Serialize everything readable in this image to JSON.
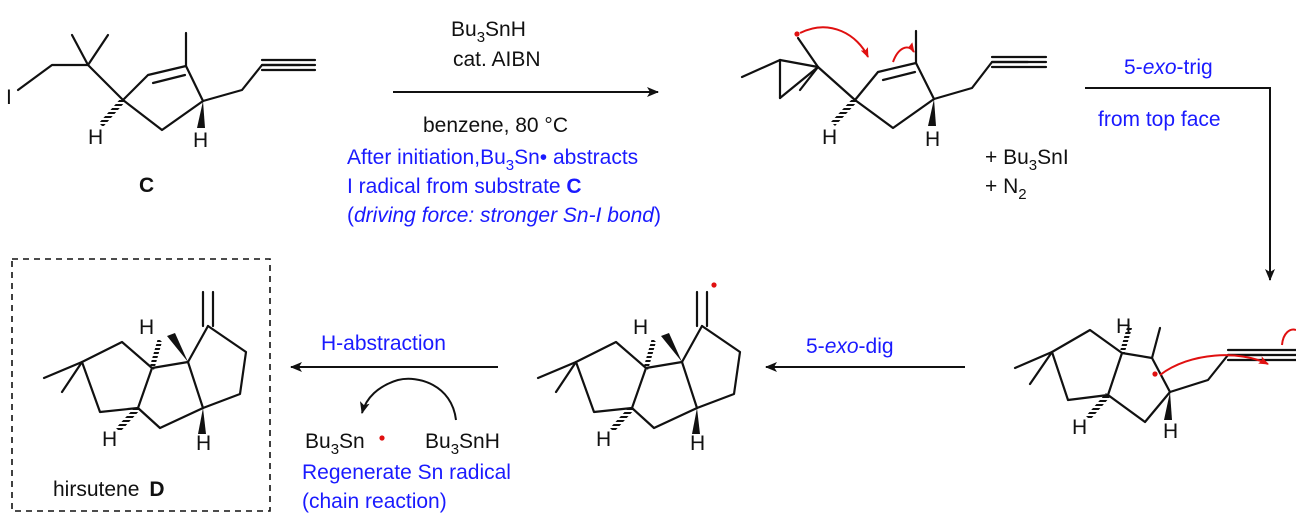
{
  "colors": {
    "text": "#111111",
    "note": "#1a1aff",
    "radical": "#e01010"
  },
  "compound_c": {
    "label": "C",
    "atom_i": "I",
    "h_left": "H",
    "h_right": "H"
  },
  "step1": {
    "reagent_line1": "Bu",
    "reagent_line1_sub": "3",
    "reagent_line1_tail": "SnH",
    "reagent_line2": "cat. AIBN",
    "conditions": "benzene, 80 °C",
    "note_line1_a": "After initiation,Bu",
    "note_line1_sub": "3",
    "note_line1_b": "Sn• abstracts",
    "note_line2_a": "I radical from substrate ",
    "note_line2_b": "C",
    "note_line3_open": "(",
    "note_line3_italic": "driving force: stronger Sn-I bond",
    "note_line3_close": ")"
  },
  "intermediate1": {
    "h_left": "H",
    "h_right": "H"
  },
  "byproducts": {
    "line1_a": "+ Bu",
    "line1_sub": "3",
    "line1_b": "SnI",
    "line2_a": "+ N",
    "line2_sub": "2"
  },
  "step2": {
    "label_a": "5-",
    "label_italic": "exo",
    "label_b": "-trig",
    "label_line2": "from top face"
  },
  "intermediate2": {
    "h_top": "H",
    "h_left": "H",
    "h_right": "H"
  },
  "step3": {
    "label_a": "5-",
    "label_italic": "exo",
    "label_b": "-dig"
  },
  "intermediate3": {
    "h_top": "H",
    "h_left": "H",
    "h_right": "H"
  },
  "step4": {
    "label": "H-abstraction",
    "tin_radical_a": "Bu",
    "tin_radical_sub": "3",
    "tin_radical_b": "Sn",
    "tin_hydride_a": "Bu",
    "tin_hydride_sub": "3",
    "tin_hydride_b": "SnH",
    "note_line1": "Regenerate Sn radical",
    "note_line2": "(chain reaction)"
  },
  "product": {
    "name": "hirsutene",
    "label": "D",
    "h_top": "H",
    "h_left": "H",
    "h_right": "H"
  }
}
